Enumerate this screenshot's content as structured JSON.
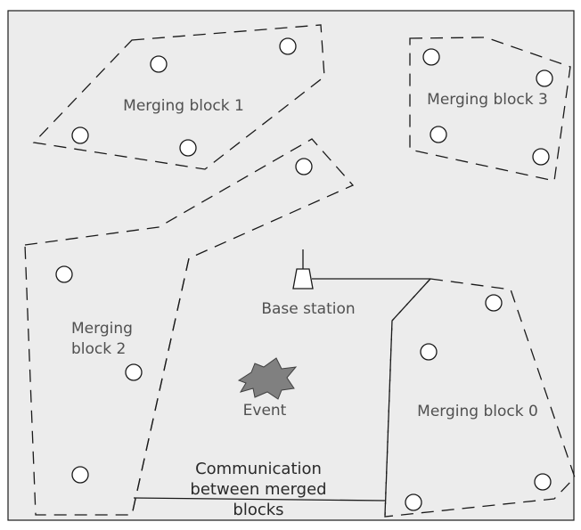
{
  "labels": {
    "block1": "Merging block 1",
    "block3": "Merging block 3",
    "block2_line1": "Merging",
    "block2_line2": "block 2",
    "block0": "Merging block 0",
    "base_station": "Base station",
    "event": "Event",
    "comm_line1": "Communication",
    "comm_line2": "between merged",
    "comm_line3": "blocks"
  },
  "colors": {
    "background": "#ececec",
    "stroke": "#1a1a1a",
    "event_fill": "#808080",
    "node_fill": "#ffffff"
  }
}
